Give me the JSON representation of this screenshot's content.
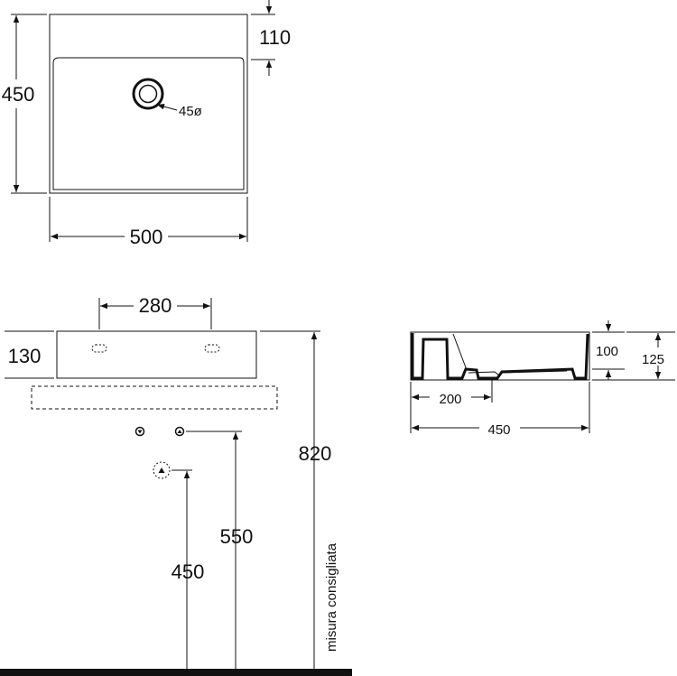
{
  "top_view": {
    "depth": "450",
    "width": "500",
    "rim": "110",
    "drain": "45ø"
  },
  "front_view": {
    "hole_spacing": "280",
    "height": "130",
    "installation_height": "820",
    "recommended_note": "misura consigliata",
    "supply_height": "550",
    "waste_height": "450"
  },
  "section_view": {
    "bowl_depth": "100",
    "total_height": "125",
    "drain_offset": "200",
    "depth": "450"
  }
}
